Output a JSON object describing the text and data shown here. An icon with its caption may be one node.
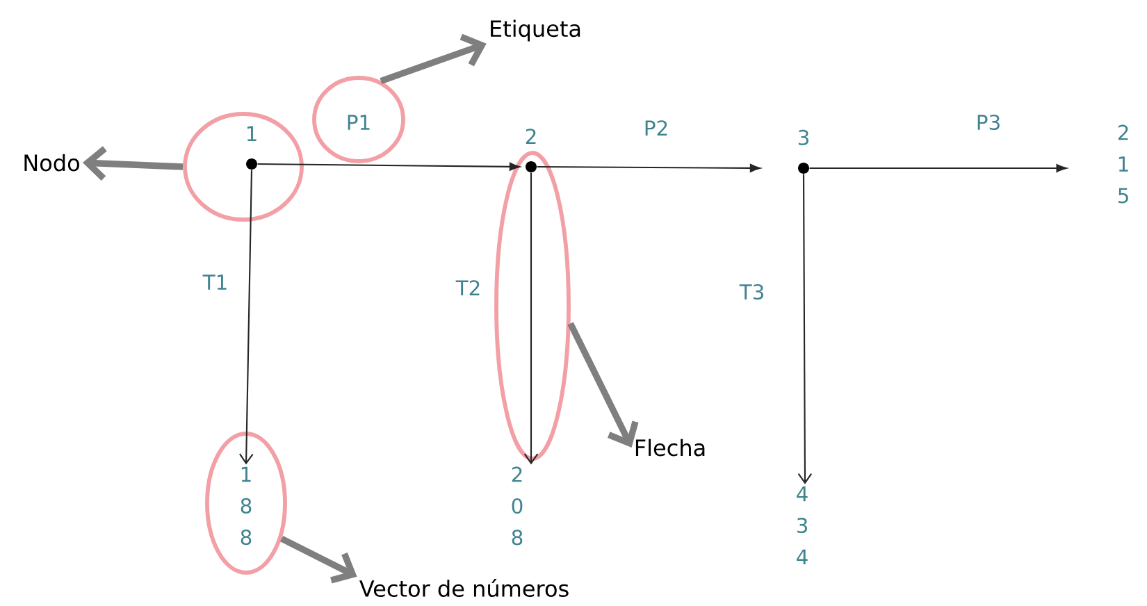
{
  "diagram": {
    "nodes": [
      {
        "text": [],
        "shape": "circle"
      },
      {
        "text": [],
        "shape": "circle",
        "beside": [
          "1"
        ],
        "in": 0
      },
      {
        "text": [],
        "shape": "circle"
      },
      {
        "text": [],
        "shape": "circle"
      },
      {
        "text": [],
        "shape": "circle",
        "beside": [
          "2"
        ],
        "in": 3
      },
      {
        "text": [],
        "shape": "circle",
        "beside": [
          "3"
        ]
      },
      {
        "text": [
          "2 1 5"
        ]
      },
      {
        "text": [],
        "shape": "circle"
      },
      {
        "text": [
          "1 8 8"
        ],
        "in": 7
      },
      {
        "text": [
          "2 0 8"
        ]
      },
      {
        "text": [
          "4 3 4"
        ]
      },
      {
        "text": [
          "Nodo"
        ]
      },
      {
        "text": [
          "Etiqueta"
        ]
      },
      {
        "text": [
          "Flecha"
        ]
      },
      {
        "text": [
          "Vector de números"
        ]
      }
    ],
    "edges": [
      {
        "from": 1,
        "to": 4,
        "arrow": "to",
        "label": "P1"
      },
      {
        "from": 4,
        "to": 5,
        "arrow": "to",
        "label": "P2"
      },
      {
        "from": 5,
        "to": 6,
        "arrow": "to",
        "label": "P3"
      },
      {
        "from": 1,
        "to": 8,
        "arrow": "to",
        "label": "T1"
      },
      {
        "from": 4,
        "to": 9,
        "arrow": "to",
        "label": "T2"
      },
      {
        "from": 5,
        "to": 10,
        "arrow": "to",
        "label": "T3"
      },
      {
        "from": 0,
        "to": 11,
        "arrow": "to",
        "style": "thick",
        "color": "#7f7f7f"
      },
      {
        "from": 2,
        "to": 12,
        "arrow": "to",
        "style": "thick",
        "color": "#7f7f7f"
      },
      {
        "from": 3,
        "to": 13,
        "arrow": "to",
        "style": "thick",
        "color": "#7f7f7f"
      },
      {
        "from": 7,
        "to": 14,
        "arrow": "to",
        "style": "thick",
        "color": "#7f7f7f"
      }
    ]
  }
}
